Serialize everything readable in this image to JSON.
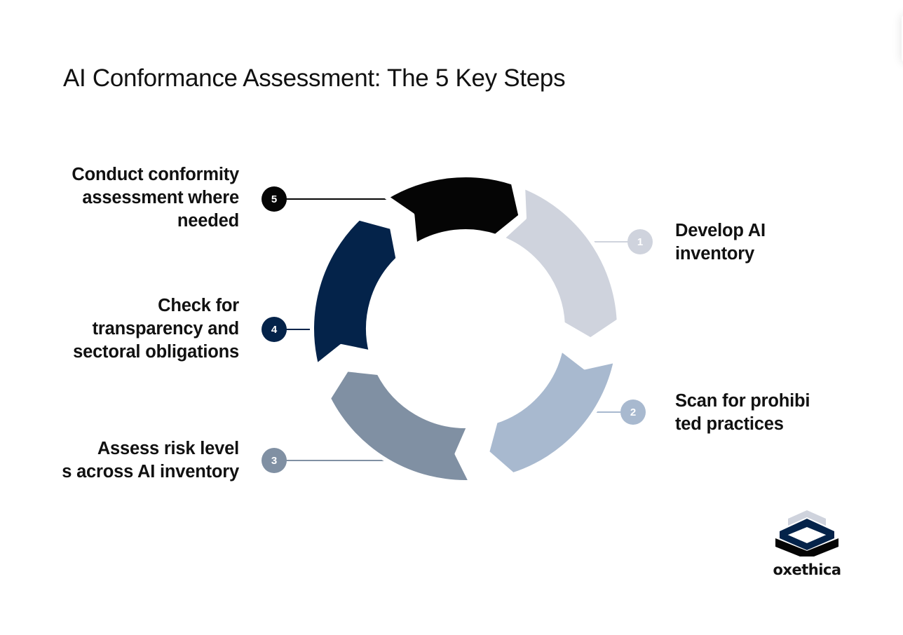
{
  "title": "AI Conformance Assessment: The 5 Key Steps",
  "steps": [
    {
      "number": "1",
      "label": "Develop AI inventory",
      "color": "#cfd3dd"
    },
    {
      "number": "2",
      "label": "Scan for prohibited practices",
      "color": "#a8b9cf"
    },
    {
      "number": "3",
      "label": "Assess risk levels across AI inventory",
      "color": "#8090a3"
    },
    {
      "number": "4",
      "label": "Check for transparency and sectoral obligations",
      "color": "#04234a"
    },
    {
      "number": "5",
      "label": "Conduct conformity assessment where needed",
      "color": "#050505"
    }
  ],
  "brand": {
    "name": "oxethica",
    "logo_icon": "stacked-chevrons-icon",
    "colors": [
      "#cfd3dd",
      "#04234a",
      "#050505"
    ]
  }
}
